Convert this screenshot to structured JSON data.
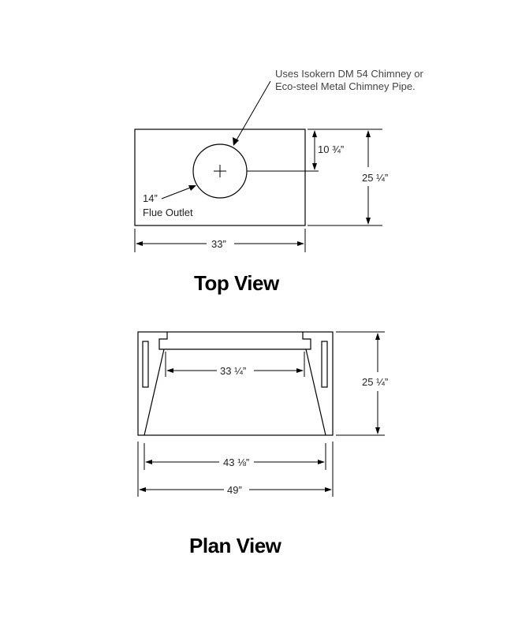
{
  "top_view": {
    "note_line1": "Uses Isokern DM 54 Chimney or",
    "note_line2": "Eco-steel Metal Chimney Pipe.",
    "flue_size": "14”",
    "flue_label": "Flue Outlet",
    "dim_offset": "10 ¾”",
    "dim_depth": "25 ¼”",
    "dim_width": "33”",
    "title": "Top View"
  },
  "plan_view": {
    "dim_inner": "33 ¼”",
    "dim_depth": "25 ¼”",
    "dim_mid": "43 ⅛”",
    "dim_overall": "49”",
    "title": "Plan View"
  }
}
